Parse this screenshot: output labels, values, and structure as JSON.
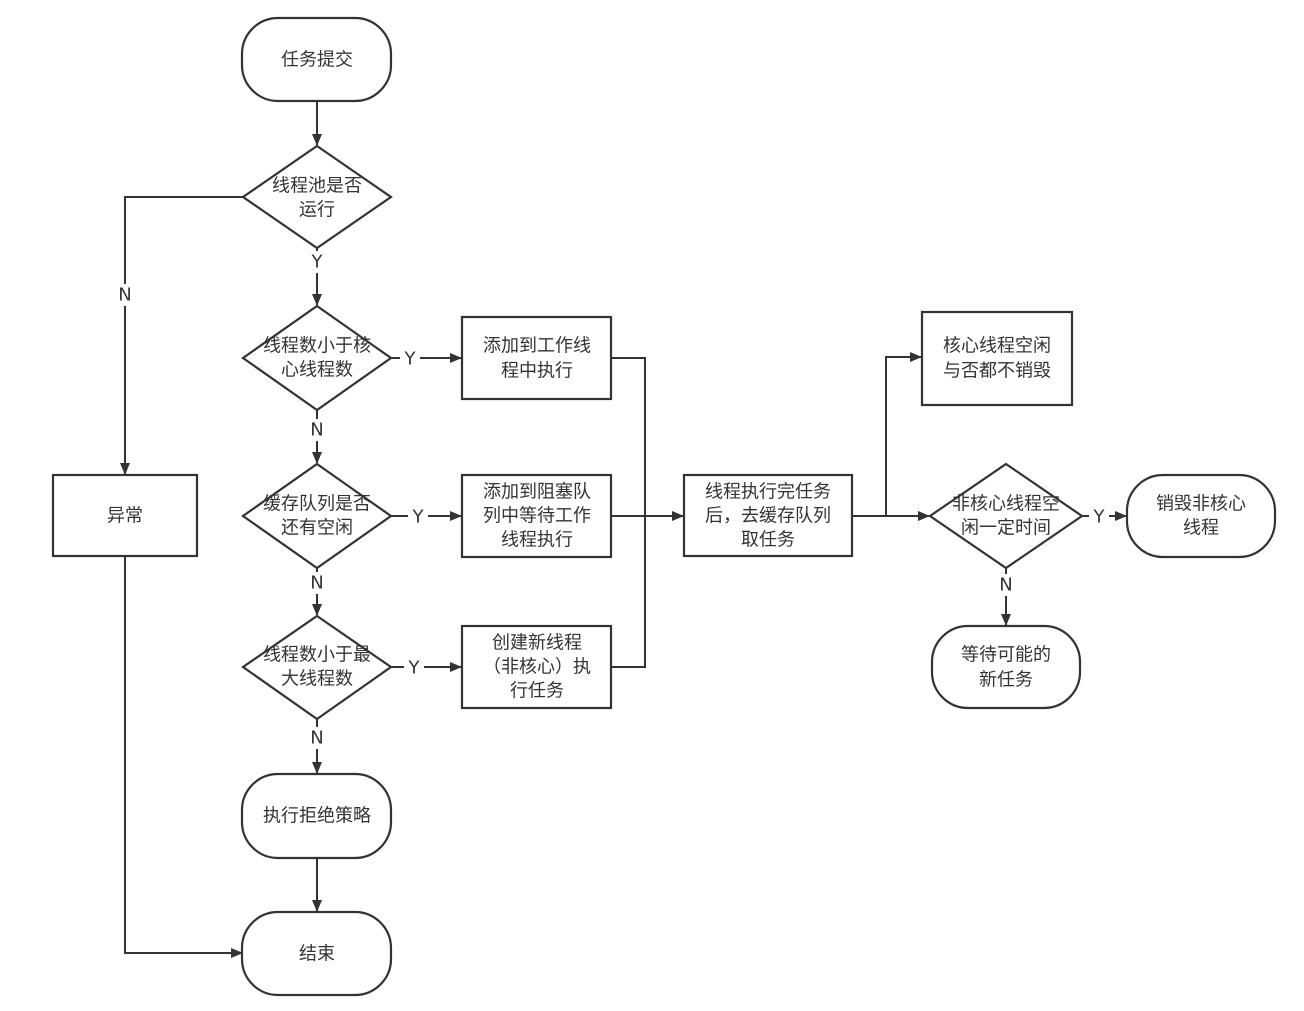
{
  "nodes": {
    "task_submit": [
      "任务提交"
    ],
    "pool_running": [
      "线程池是否",
      "运行"
    ],
    "core_check": [
      "线程数小于核",
      "心线程数"
    ],
    "queue_check": [
      "缓存队列是否",
      "还有空闲"
    ],
    "max_check": [
      "线程数小于最",
      "大线程数"
    ],
    "reject": [
      "执行拒绝策略"
    ],
    "end": [
      "结束"
    ],
    "exception": [
      "异常"
    ],
    "add_worker": [
      "添加到工作线",
      "程中执行"
    ],
    "add_queue": [
      "添加到阻塞队",
      "列中等待工作",
      "线程执行"
    ],
    "create_noncore": [
      "创建新线程",
      "（非核心）执",
      "行任务"
    ],
    "thread_exec": [
      "线程执行完任务",
      "后，去缓存队列",
      "取任务"
    ],
    "core_idle": [
      "核心线程空闲",
      "与否都不销毁"
    ],
    "noncore_idle": [
      "非核心线程空",
      "闲一定时间"
    ],
    "destroy_noncore": [
      "销毁非核心",
      "线程"
    ],
    "wait_task": [
      "等待可能的",
      "新任务"
    ]
  },
  "edge_labels": {
    "yes": "Y",
    "no": "N"
  },
  "colors": {
    "stroke": "#333333",
    "fill": "#ffffff",
    "text": "#333333"
  }
}
